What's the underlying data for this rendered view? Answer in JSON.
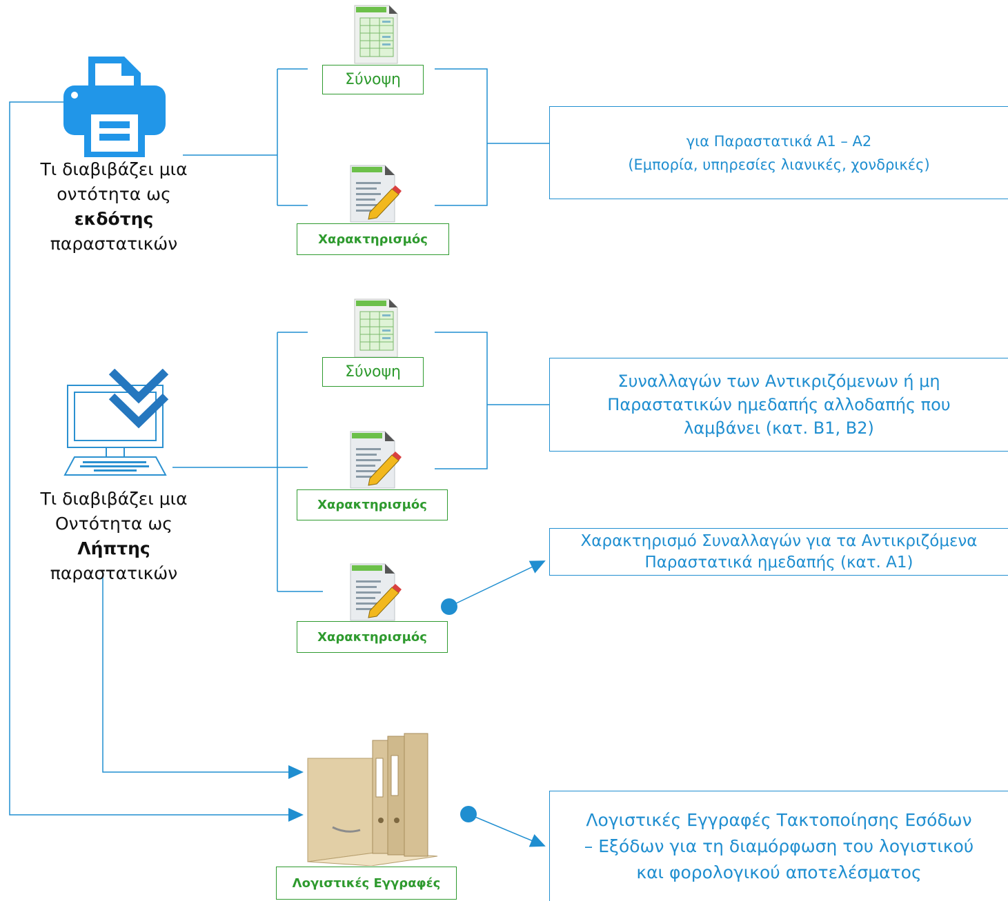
{
  "colors": {
    "accent_blue": "#1f8ed0",
    "accent_green": "#2e9a2e",
    "printer_blue": "#2196e8"
  },
  "issuer": {
    "icon": "printer-icon",
    "line1": "Τι διαβιβάζει μια",
    "line2": "οντότητα ως",
    "bold": "εκδότης",
    "line4": "παραστατικών",
    "summary_label": "Σύνοψη",
    "characterization_label": "Χαρακτηρισμός",
    "target_text": "για Παραστατικά Α1 – Α2\n(Εμπορία, υπηρεσίες λιανικές, χονδρικές)"
  },
  "receiver": {
    "icon": "computer-download-icon",
    "line1": "Τι διαβιβάζει μια",
    "line2": "Οντότητα ως",
    "bold": "Λήπτης",
    "line4": "παραστατικών",
    "summary_label": "Σύνοψη",
    "characterization_label": "Χαρακτηρισμός",
    "characterization2_label": "Χαρακτηρισμός",
    "target_text": "Συναλλαγών των Αντικριζόμενων ή μη\nΠαραστατικών ημεδαπής αλλοδαπής που\nλαμβάνει (κατ. Β1, Β2)",
    "target2_text": "Χαρακτηρισμό Συναλλαγών για τα Αντικριζόμενα\nΠαραστατικά ημεδαπής (κατ. Α1)"
  },
  "accounting": {
    "icon": "binders-icon",
    "label": "Λογιστικές Εγγραφές",
    "target_text": "Λογιστικές Εγγραφές Τακτοποίησης Εσόδων\n– Εξόδων για τη διαμόρφωση του λογιστικού\nκαι φορολογικού αποτελέσματος"
  }
}
